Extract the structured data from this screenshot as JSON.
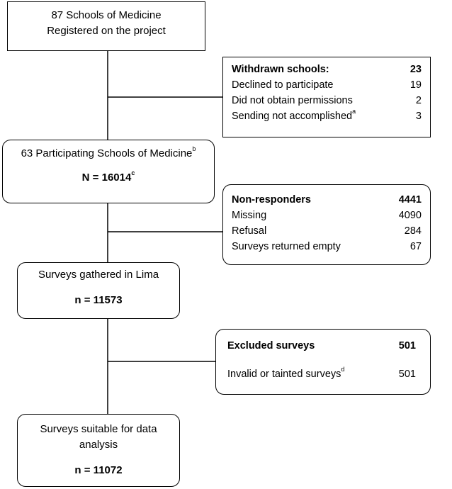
{
  "boxes": {
    "registered": {
      "line1": "87 Schools of Medicine",
      "line2": "Registered on the project"
    },
    "participating": {
      "line1": "63 Participating Schools of Medicine",
      "line1_sup": "b",
      "n": "N = 16014",
      "n_sup": "c"
    },
    "gathered": {
      "line1": "Surveys gathered in Lima",
      "n": "n = 11573"
    },
    "suitable": {
      "line1": "Surveys suitable for data",
      "line2": "analysis",
      "n": "n = 11072"
    }
  },
  "withdrawn": {
    "title": "Withdrawn schools:",
    "total": "23",
    "rows": [
      {
        "label": "Declined to participate",
        "value": "19",
        "sup": ""
      },
      {
        "label": "Did not obtain permissions",
        "value": "2",
        "sup": ""
      },
      {
        "label": "Sending not accomplished",
        "value": "3",
        "sup": "a"
      }
    ]
  },
  "nonresponders": {
    "title": "Non-responders",
    "total": "4441",
    "rows": [
      {
        "label": "Missing",
        "value": "4090"
      },
      {
        "label": "Refusal",
        "value": "284"
      },
      {
        "label": "Surveys returned empty",
        "value": "67"
      }
    ]
  },
  "excluded": {
    "title": "Excluded surveys",
    "total": "501",
    "rows": [
      {
        "label": "Invalid or tainted surveys",
        "value": "501",
        "sup": "d"
      }
    ]
  }
}
